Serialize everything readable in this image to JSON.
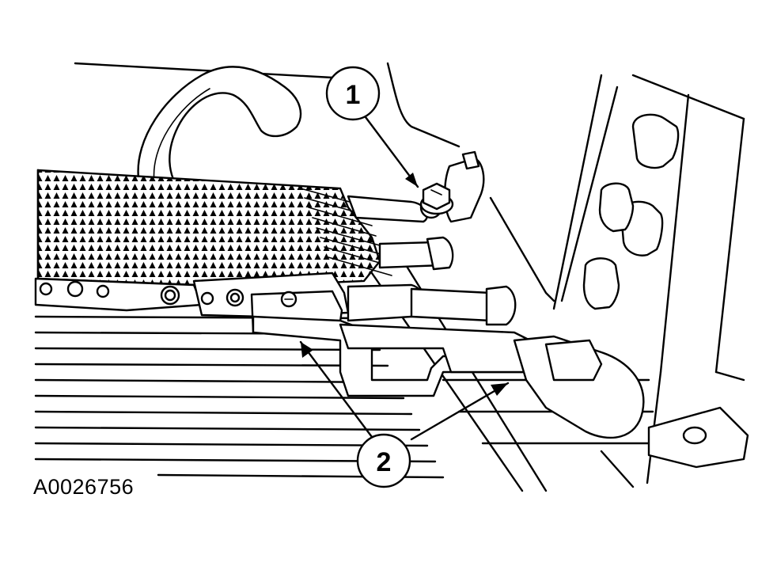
{
  "figure": {
    "id_label": "A0026756"
  },
  "callouts": [
    {
      "number": "1",
      "target": "bolt"
    },
    {
      "number": "2",
      "target": "brackets"
    }
  ],
  "colors": {
    "line": "#000000",
    "background": "#ffffff"
  }
}
